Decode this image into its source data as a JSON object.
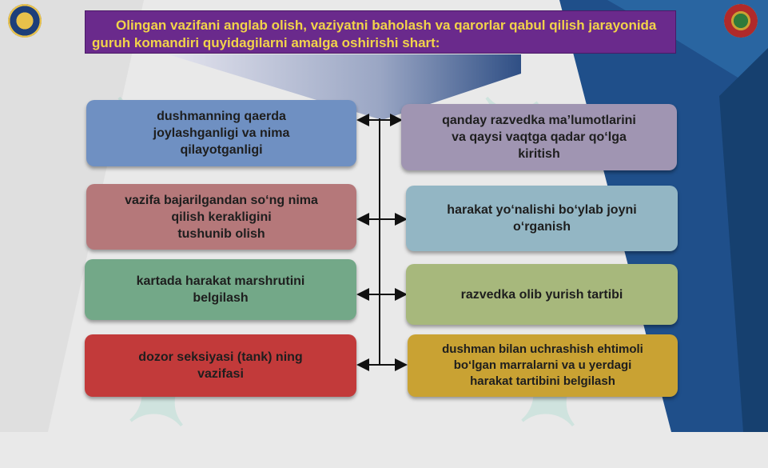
{
  "title": "Olingan vazifani anglab olish, vaziyatni baholash va qarorlar qabul qilish jarayonida guruh komandiri quyidagilarni amalga oshirishi shart:",
  "colors": {
    "title_bg": "#6a2a8c",
    "title_text": "#f2d34a",
    "left": [
      "#6f90c2",
      "#b5787a",
      "#73a888",
      "#c23a3a"
    ],
    "right": [
      "#a095b2",
      "#93b6c4",
      "#a7b87c",
      "#c9a233"
    ]
  },
  "left_boxes": [
    {
      "label": "dushmanning qaerda\njoylashganligi va nima\nqilayotganligi"
    },
    {
      "label": "vazifa bajarilgandan so‘ng  nima\nqilish kerakligini\ntushunib olish"
    },
    {
      "label": "kartada harakat marshrutini\nbelgilash"
    },
    {
      "label": "dozor seksiyasi (tank) ning\nvazifasi"
    }
  ],
  "right_boxes": [
    {
      "label": "qanday razvedka ma’lumotlarini\nva qaysi vaqtga qadar qo‘lga\nkiritish"
    },
    {
      "label": "harakat yo‘nalishi bo‘ylab joyni\no‘rganish"
    },
    {
      "label": "razvedka olib yurish tartibi"
    },
    {
      "label": "dushman bilan uchrashish ehtimoli\nbo‘lgan marralarni va u yerdagi\nharakat tartibini belgilash"
    }
  ],
  "icons": {
    "left_logo": "emblem-icon",
    "right_logo": "academy-emblem-icon"
  }
}
